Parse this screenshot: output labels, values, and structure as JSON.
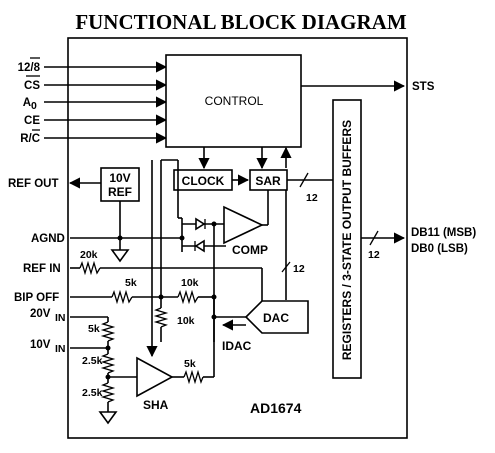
{
  "title": "FUNCTIONAL BLOCK DIAGRAM",
  "chip": "AD1674",
  "control_pins": [
    "12/8",
    "CS",
    "A",
    "0",
    "CE",
    "R/C"
  ],
  "left_pins": {
    "ref_out": "REF OUT",
    "agnd": "AGND",
    "ref_in": "REF IN",
    "bip_off": "BIP OFF",
    "in20": "20V",
    "in10": "10V",
    "in_sub": "IN"
  },
  "right_pins": {
    "sts": "STS",
    "db_msb": "DB11 (MSB)",
    "db_lsb": "DB0 (LSB)"
  },
  "blocks": {
    "control": "CONTROL",
    "clock": "CLOCK",
    "sar": "SAR",
    "ref_line1": "10V",
    "ref_line2": "REF",
    "dac": "DAC",
    "comp": "COMP",
    "sha": "SHA",
    "buffers": "REGISTERS / 3-STATE OUTPUT BUFFERS"
  },
  "resistors": {
    "r20k": "20k",
    "r5k_a": "5k",
    "r10k_a": "10k",
    "r10k_b": "10k",
    "r5k_b": "5k",
    "r2_5k_a": "2.5k",
    "r2_5k_b": "2.5k",
    "r5k_c": "5k"
  },
  "bus_widths": {
    "sar_bus": "12",
    "out_bus": "12",
    "dac_bus": "12"
  },
  "idac": "IDAC"
}
